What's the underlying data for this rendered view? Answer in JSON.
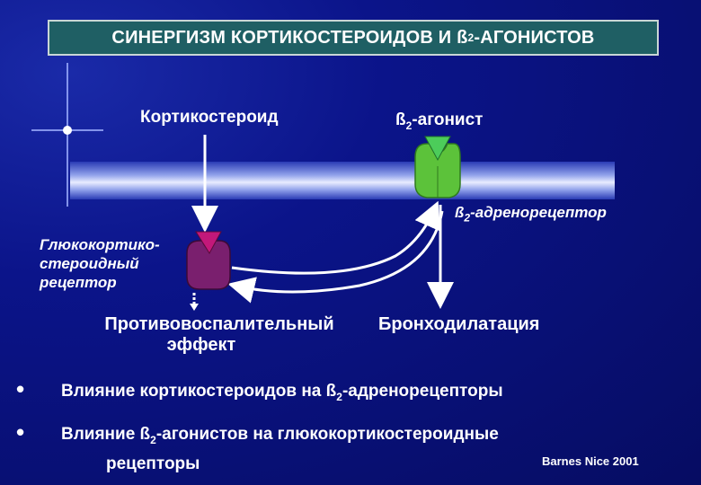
{
  "title": {
    "pre": "СИНЕРГИЗМ КОРТИКОСТЕРОИДОВ И ß",
    "sub": "2",
    "post": "-АГОНИСТОВ"
  },
  "labels": {
    "corticosteroid": "Кортикостероид",
    "agonist": {
      "pre": "ß",
      "sub": "2",
      "post": "-агонист"
    },
    "adrenoreceptor": {
      "pre": "ß",
      "sub": "2",
      "post": "-адренорецептор"
    },
    "gluco_receptor": [
      "Глюкокортико-",
      "стероидный",
      "рецептор"
    ],
    "anti_inflammatory": [
      "Противовоспалительный",
      "эффект"
    ],
    "bronchodilation": "Бронходилатация"
  },
  "bullets": [
    {
      "pre": "Влияние кортикостероидов на ß",
      "sub": "2",
      "post": "-адренорецепторы"
    },
    {
      "pre": "Влияние ß",
      "sub": "2",
      "post": "-агонистов на глюкокортикостероидные",
      "line2": "рецепторы"
    }
  ],
  "citation": "Barnes  Nice 2001",
  "colors": {
    "background": "#0b148a",
    "title_box": "#1f5f64",
    "green_receptor": "#5cc23a",
    "purple_receptor": "#7a1f6e",
    "magenta_ligand": "#c2187a",
    "green_ligand": "#4ccc5a"
  }
}
